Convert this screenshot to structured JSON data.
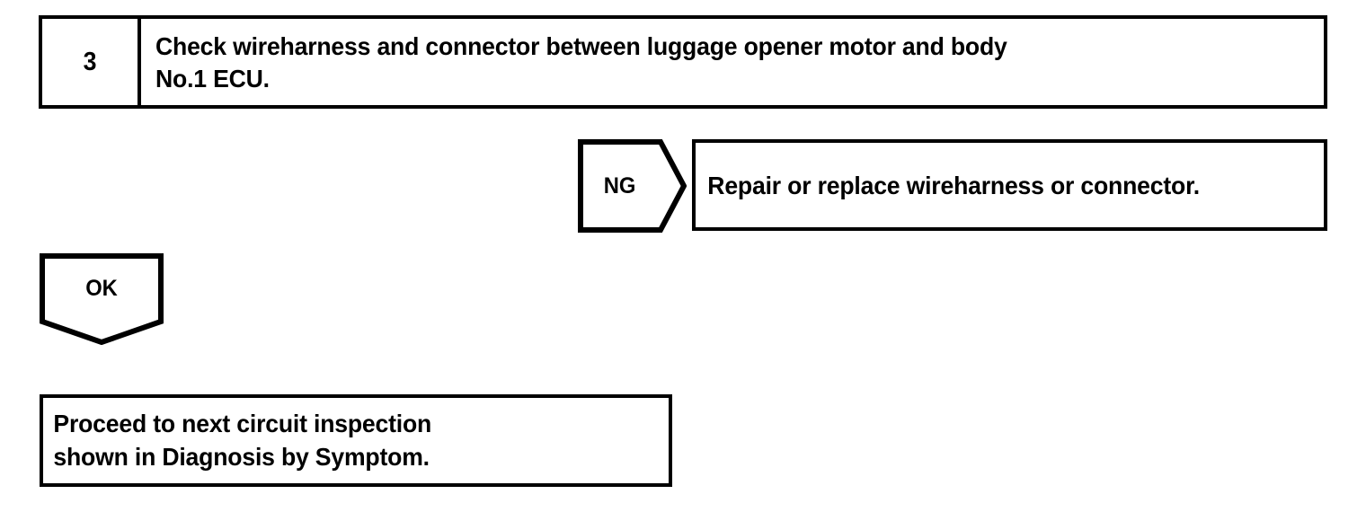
{
  "page": {
    "title": "Circuit Inspection Flowchart",
    "background_color": "#ffffff",
    "line_color": "#000000"
  },
  "step": {
    "number": "3",
    "instruction": "Check wireharness and connector between luggage opener motor and body\nNo.1 ECU."
  },
  "branches": {
    "ng": {
      "label": "NG",
      "result": "Repair or replace wireharness or connector."
    },
    "ok": {
      "label": "OK",
      "result": "Proceed to next circuit inspection\n shown in Diagnosis by Symptom."
    }
  }
}
